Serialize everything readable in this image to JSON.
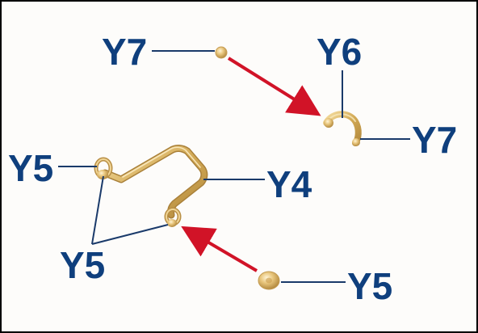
{
  "labels": {
    "y7_top": "Y7",
    "y6": "Y6",
    "y7_right": "Y7",
    "y5_left": "Y5",
    "y4": "Y4",
    "y5_bottom_left": "Y5",
    "y5_bottom_right": "Y5"
  },
  "colors": {
    "label": "#0f3f7d",
    "leader_line": "#1a3a6a",
    "arrow": "#d11327",
    "brass_light": "#f3dca2",
    "brass_mid": "#d6ae5e",
    "brass_dark": "#a9823a",
    "border": "#000000"
  }
}
